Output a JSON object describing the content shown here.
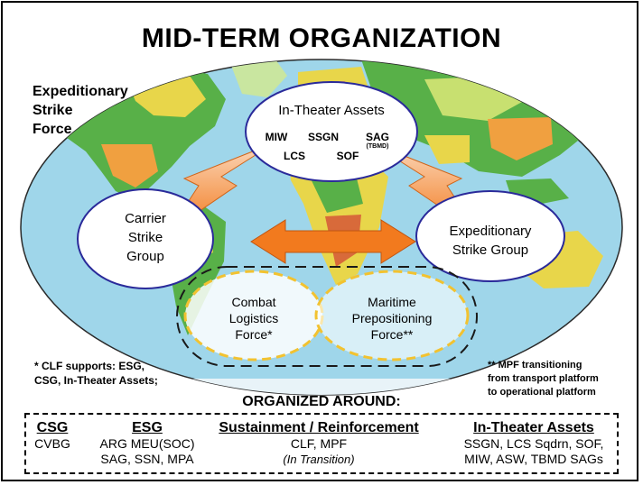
{
  "title": "MID-TERM ORGANIZATION",
  "expeditionary_strike_force": [
    "Expeditionary",
    "Strike",
    "Force"
  ],
  "in_theater": {
    "heading": "In-Theater Assets",
    "items": [
      "MIW",
      "SSGN",
      "SAG",
      "(TBMD)",
      "LCS",
      "SOF"
    ]
  },
  "carrier": [
    "Carrier",
    "Strike",
    "Group"
  ],
  "esg": [
    "Expeditionary",
    "Strike Group"
  ],
  "clf": [
    "Combat",
    "Logistics",
    "Force*"
  ],
  "mpf": [
    "Maritime",
    "Prepositioning",
    "Force**"
  ],
  "notes": {
    "clf_note": [
      "* CLF supports: ESG,",
      "CSG, In-Theater Assets;"
    ],
    "mpf_note": [
      "** MPF transitioning",
      "from transport platform",
      "to operational platform"
    ]
  },
  "organized_around": {
    "title": "ORGANIZED AROUND:",
    "columns": [
      {
        "heading": "CSG",
        "lines": [
          "CVBG"
        ]
      },
      {
        "heading": "ESG",
        "lines": [
          "ARG MEU(SOC)",
          "SAG, SSN, MPA"
        ]
      },
      {
        "heading": "Sustainment / Reinforcement",
        "lines": [
          "CLF, MPF",
          "(In Transition)"
        ]
      },
      {
        "heading": "In-Theater Assets",
        "lines": [
          "SSGN, LCS Sqdrn, SOF,",
          "MIW, ASW, TBMD SAGs"
        ]
      }
    ]
  },
  "colors": {
    "ocean": "#9fd6ea",
    "land_green": "#58b048",
    "land_yellow": "#e8d64a",
    "arrow_orange": "#f27a1e",
    "ellipse_border": "#2a2a9a",
    "dashed_yellow": "#f2c230"
  }
}
